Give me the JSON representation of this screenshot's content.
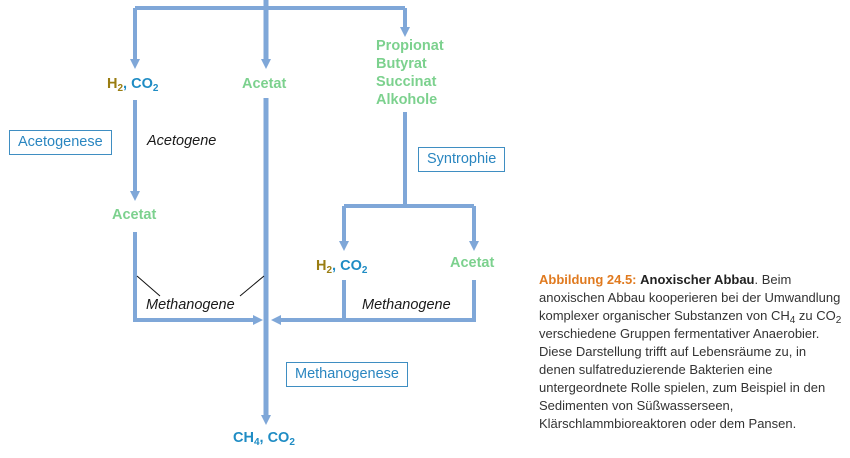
{
  "nodes": {
    "h2co2_left_h": "H",
    "h2co2_left_sub": "2",
    "h2co2_left_co2": ", CO",
    "h2co2_left_co2_sub": "2",
    "acetat_top": "Acetat",
    "substrates": [
      "Propionat",
      "Butyrat",
      "Succinat",
      "Alkohole"
    ],
    "acetat_left": "Acetat",
    "h2co2_right_h": "H",
    "h2co2_right_sub": "2",
    "h2co2_right_co2": ", CO",
    "h2co2_right_co2_sub": "2",
    "acetat_right": "Acetat",
    "product_ch": "CH",
    "product_ch_sub": "4",
    "product_co2": ", CO",
    "product_co2_sub": "2"
  },
  "organisms": {
    "acetogene": "Acetogene",
    "methanogene_left": "Methanogene",
    "methanogene_right": "Methanogene"
  },
  "processes": {
    "acetogenese": "Acetogenese",
    "syntrophie": "Syntrophie",
    "methanogenese": "Methanogenese"
  },
  "caption": {
    "label": "Abbildung 24.5:",
    "title": "Anoxischer Abbau",
    "text_1": ". Beim anoxischen Abbau kooperieren bei der Umwandlung komplexer organischer Substanzen von CH",
    "sub_1": "4",
    "text_2": " zu CO",
    "sub_2": "2",
    "text_3": " verschiedene Gruppen fermentativer Anaerobier. Diese Darstellung trifft auf Lebensräume zu, in denen sulfatreduzierende Bakterien eine untergeordnete Rolle spielen, zum Beispiel in den Sedimenten von Süßwasserseen, Klärschlammbioreaktoren oder dem Pansen."
  },
  "colors": {
    "arrow": "#7fa7d8",
    "green_label": "#7cd18e",
    "olive_label": "#9a7d12",
    "blue_label": "#1f8cc4",
    "box_border": "#3f8ec2",
    "caption_label": "#e07a1f"
  }
}
